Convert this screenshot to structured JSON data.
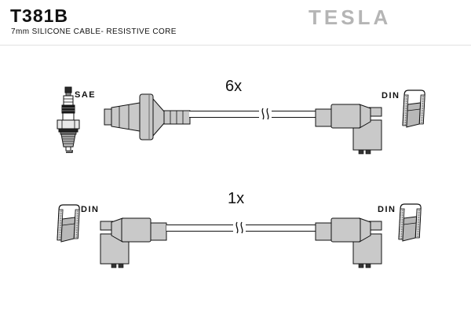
{
  "header": {
    "part_number": "T381B",
    "subtitle": "7mm SILICONE CABLE- RESISTIVE CORE",
    "brand_logo": "TESLA"
  },
  "diagram": {
    "rows": [
      {
        "quantity_label": "6x",
        "left_connector": {
          "standard": "SAE",
          "icon": "spark-plug-icon",
          "boot": "straight-spark-plug-boot"
        },
        "right_connector": {
          "standard": "DIN",
          "icon": "din-socket-icon",
          "boot": "elbow-distributor-boot"
        },
        "cable": "cable-with-break-symbol"
      },
      {
        "quantity_label": "1x",
        "left_connector": {
          "standard": "DIN",
          "icon": "din-socket-icon",
          "boot": "elbow-distributor-boot"
        },
        "right_connector": {
          "standard": "DIN",
          "icon": "din-socket-icon",
          "boot": "elbow-distributor-boot"
        },
        "cable": "cable-with-break-symbol"
      }
    ]
  },
  "colors": {
    "boot_fill": "#c9c9c9",
    "outline": "#111111",
    "logo_gray": "#b5b5b5",
    "background": "#ffffff"
  }
}
